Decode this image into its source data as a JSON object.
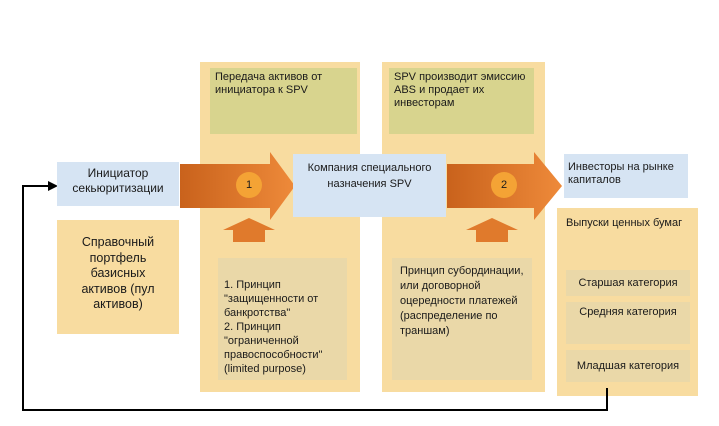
{
  "initiator": "Инициатор секьюритизации",
  "portfolio": "Справочный портфель базисных активов (пул активов)",
  "transfer_box": "Передача активов от инициатора к SPV",
  "spv_emission_box": "SPV производит эмиссию ABS и продает их инвесторам",
  "spv_company": "Компания специального назначения SPV",
  "investors": "Инвесторы на рынке капиталов",
  "securities_title": "Выпуски ценных бумаг",
  "step1": "1",
  "step2": "2",
  "principles_1": "1. Принцип \"защищенности от банкротства\"\n2. Принцип \"ограниченной правоспособности\" (limited purpose)",
  "principles_2": "Принцип субординации, или договорной оцередности платежей (распределение по траншам)",
  "categories": [
    "Старшая категория",
    "Средняя категория",
    "Младшая категория"
  ],
  "colors": {
    "column": "#f8dca0",
    "olive": "#d8d48e",
    "arrow": "#e07a2c",
    "node": "#d6e4f3"
  }
}
